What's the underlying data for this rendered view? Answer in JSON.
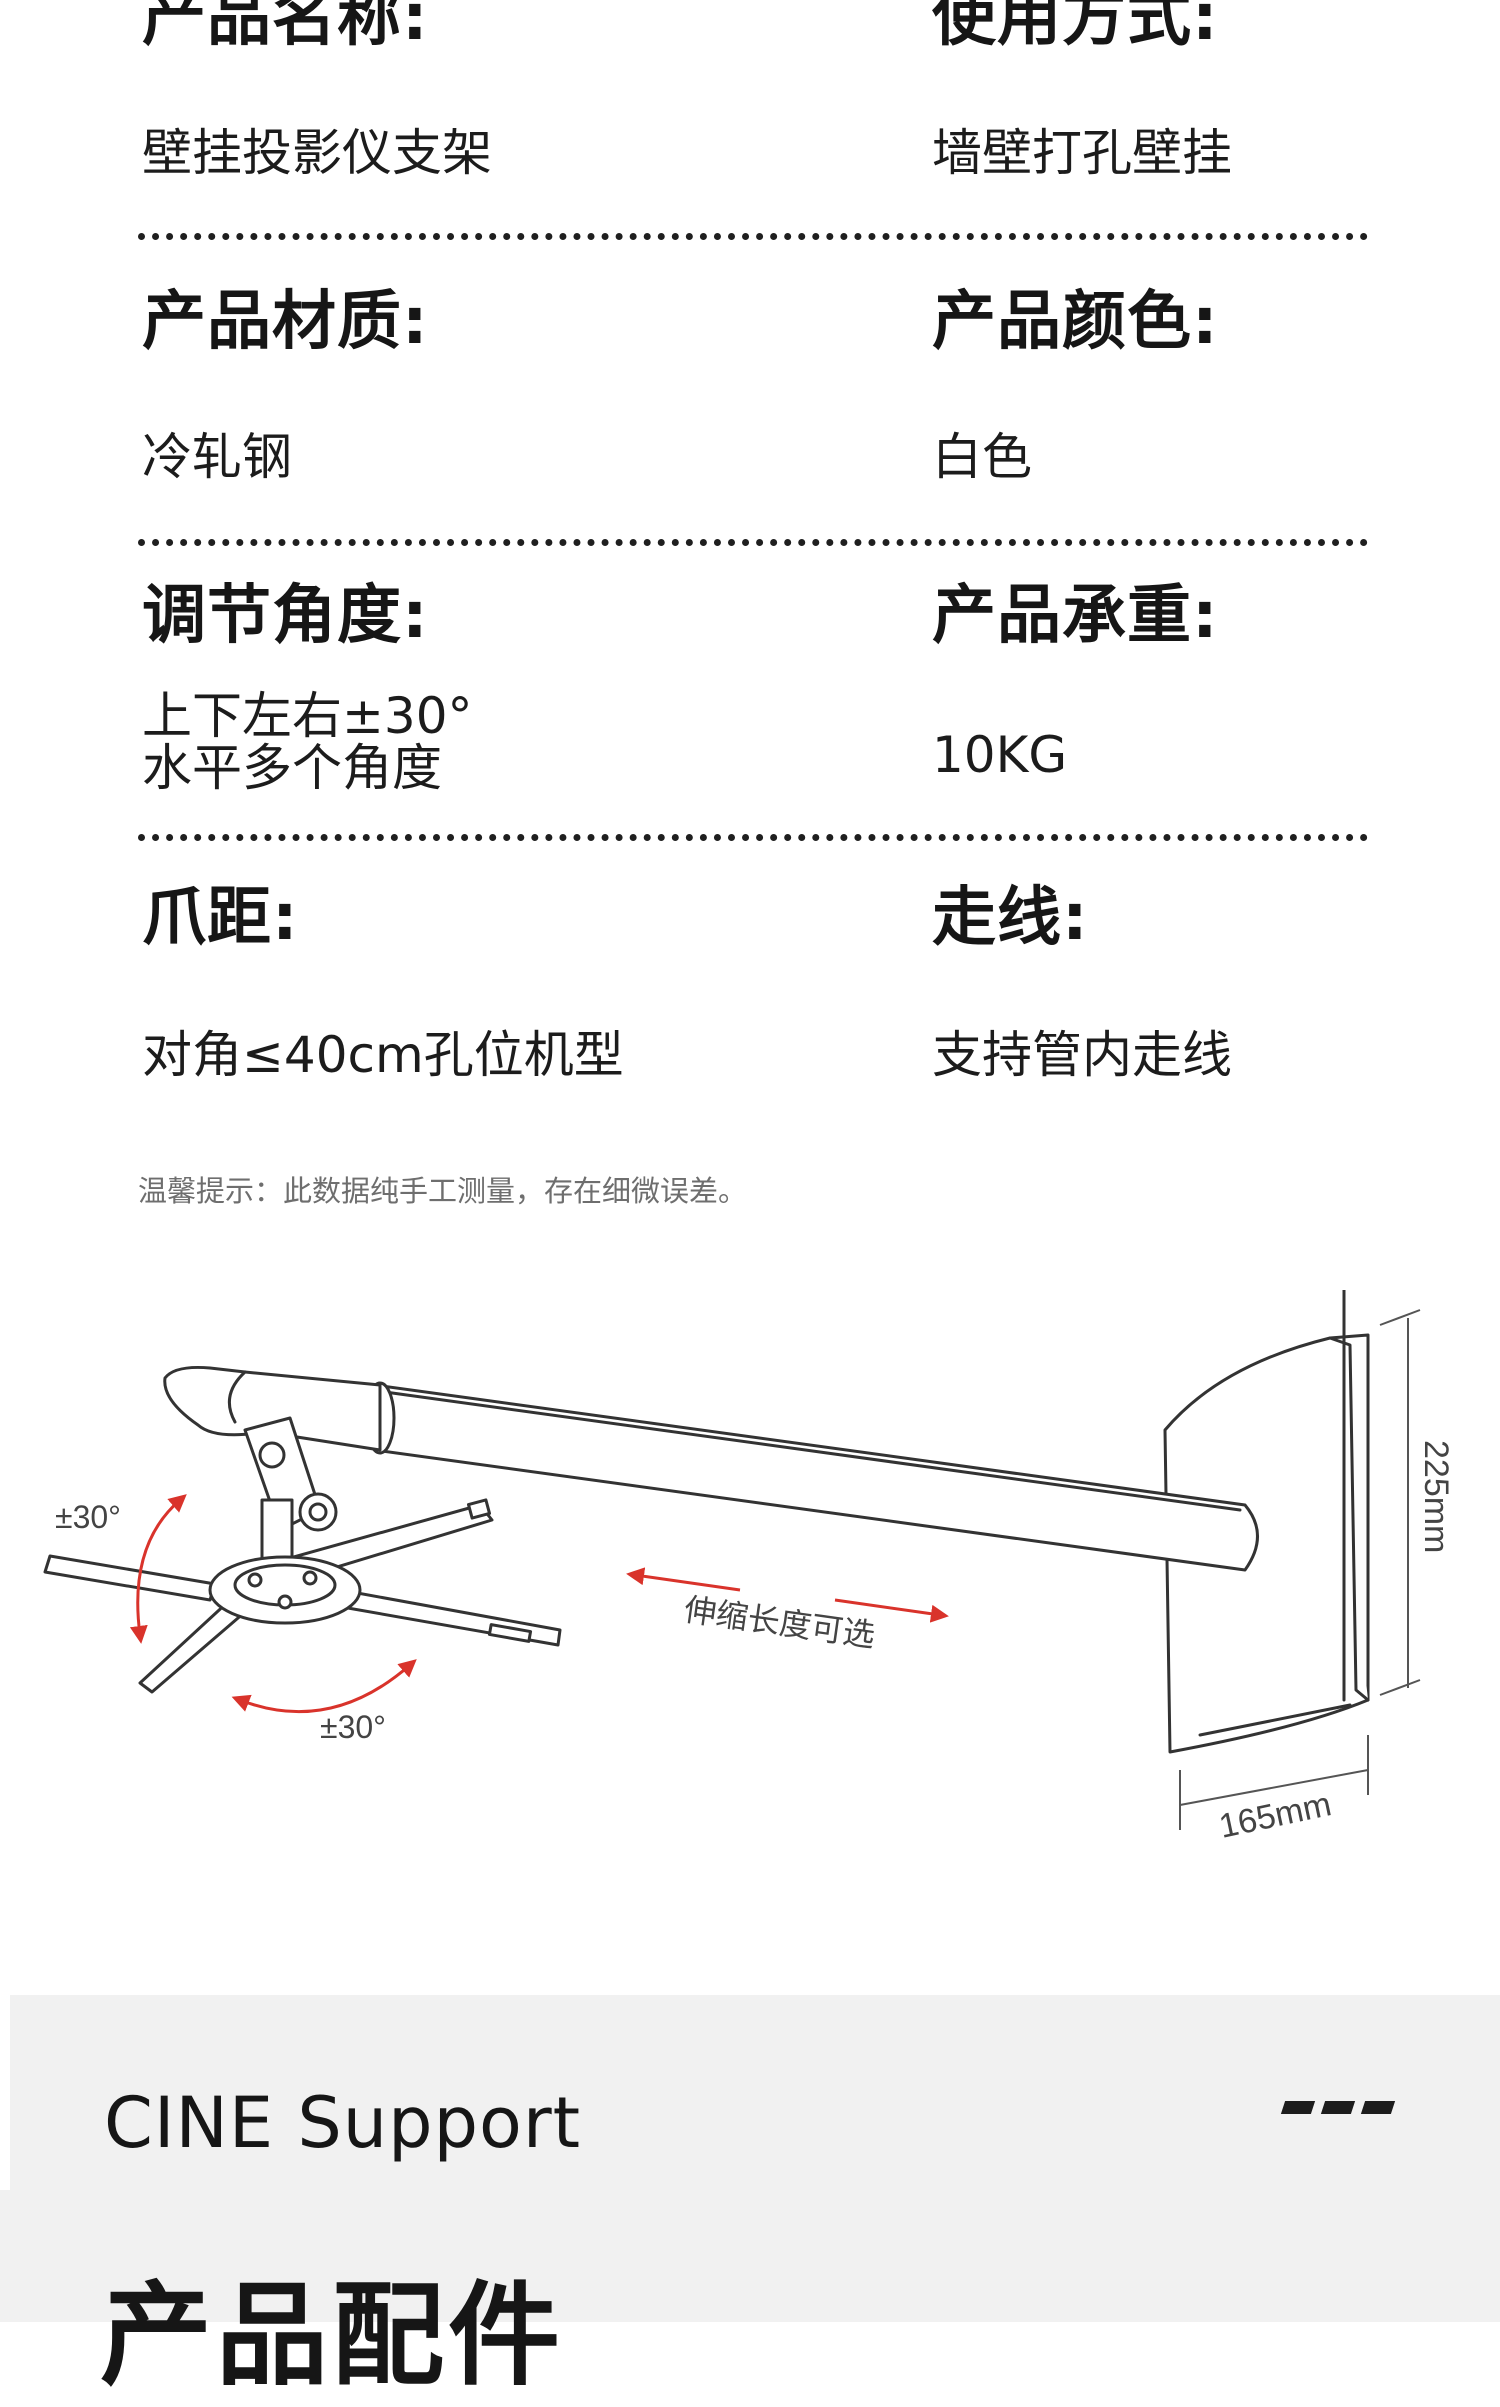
{
  "specs": [
    {
      "label": "产品名称:",
      "value": "壁挂投影仪支架"
    },
    {
      "label": "使用方式:",
      "value": "墙壁打孔壁挂"
    },
    {
      "label": "产品材质:",
      "value": "冷轧钢"
    },
    {
      "label": "产品颜色:",
      "value": "白色"
    },
    {
      "label": "调节角度:",
      "value_lines": [
        "上下左右±30°",
        "水平多个角度"
      ]
    },
    {
      "label": "产品承重:",
      "value": "10KG"
    },
    {
      "label": "爪距:",
      "value": "对角≤40cm孔位机型"
    },
    {
      "label": "走线:",
      "value": "支持管内走线"
    }
  ],
  "tip": "温馨提示：此数据纯手工测量，存在细微误差。",
  "diagram": {
    "angle_left": "±30°",
    "angle_bottom": "±30°",
    "length_text": "伸缩长度可选",
    "height_dim": "225mm",
    "width_dim": "165mm",
    "accent_color": "#d9332b"
  },
  "footer": {
    "brand": "CINE Support",
    "section_title": "产品配件"
  }
}
